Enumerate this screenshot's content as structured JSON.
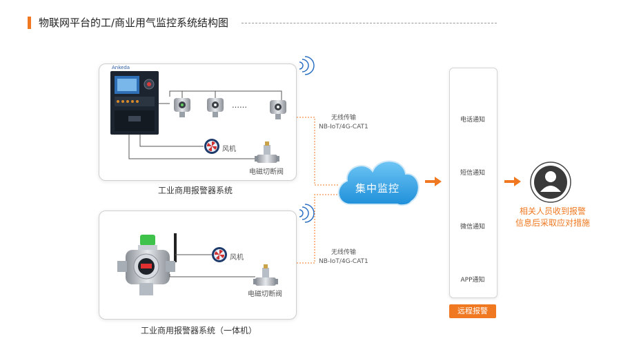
{
  "title": "物联网平台的工/商业用气监控系统结构图",
  "top_panel": {
    "caption": "工业商用报警器系统",
    "fan_label": "风机",
    "valve_label": "电磁切断阀",
    "dots": "……",
    "controller_brand": "Ankeda"
  },
  "bottom_panel": {
    "caption": "工业商用报警器系统（一体机）",
    "fan_label": "风机",
    "valve_label": "电磁切断阀"
  },
  "transmission": [
    {
      "line1": "无线传输",
      "line2": "NB-IoT/4G-CAT1"
    },
    {
      "line1": "无线传输",
      "line2": "NB-IoT/4G-CAT1"
    }
  ],
  "cloud_label": "集中监控",
  "notifications": [
    {
      "label": "电话通知",
      "icon": "phone-call-icon"
    },
    {
      "label": "短信通知",
      "icon": "sms-icon"
    },
    {
      "label": "微信通知",
      "icon": "wechat-icon"
    },
    {
      "label": "APP通知",
      "icon": "app-phone-icon"
    }
  ],
  "remote_alarm": "远程报警",
  "alarm_text": [
    "相关人员收到报警",
    "信息后采取应对措施"
  ],
  "colors": {
    "accent": "#f07820",
    "cloud": "#39a4e6",
    "notify_bg": "#2a3a6e",
    "wechat": "#3dbb3c"
  }
}
